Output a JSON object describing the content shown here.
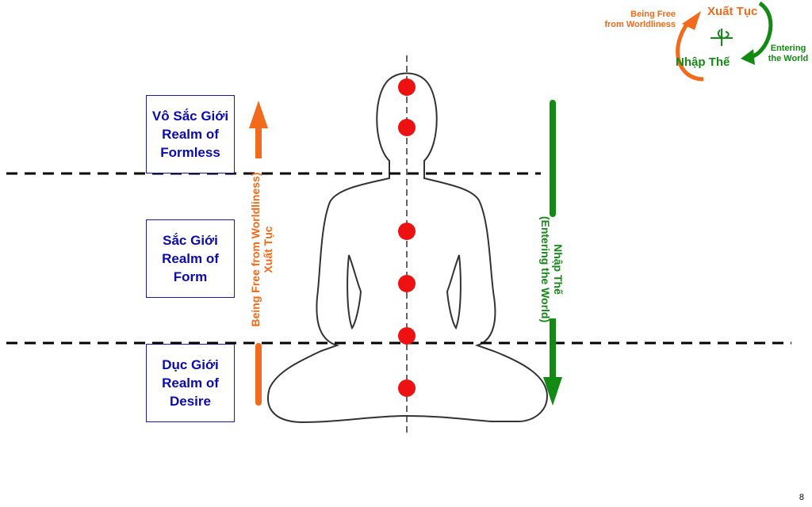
{
  "realms": [
    {
      "name_vi": "Vô Sắc Giới",
      "name_en_line1": "Realm of",
      "name_en_line2": "Formless"
    },
    {
      "name_vi": "Sắc Giới",
      "name_en_line1": "Realm of",
      "name_en_line2": "Form"
    },
    {
      "name_vi": "Dục Giới",
      "name_en_line1": "Realm of",
      "name_en_line2": "Desire"
    }
  ],
  "ascend_label": {
    "vi": "Xuất Tục",
    "en": "Being Free from Worldliness)"
  },
  "descend_label": {
    "vi": "Nhập Thế",
    "en": "(Entering the World)"
  },
  "cycle": {
    "top": "Xuất Tục",
    "bottom": "Nhập Thế",
    "left_line1": "Being Free",
    "left_line2": "from Worldliness",
    "right_line1": "Entering",
    "right_line2": "the World"
  },
  "page_number": "8",
  "colors": {
    "orange": "#f26a1b",
    "green": "#138a13",
    "blue": "#0b0bb0",
    "red_dot": "#ee1111"
  },
  "chakra_count": 6
}
